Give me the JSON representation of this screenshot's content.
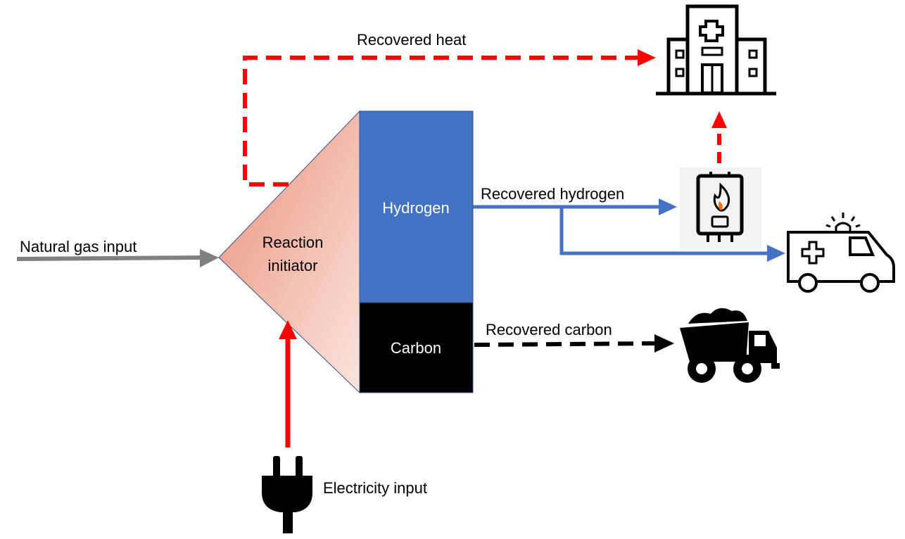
{
  "labels": {
    "natural_gas": "Natural gas input",
    "reaction_line1": "Reaction",
    "reaction_line2": "initiator",
    "hydrogen": "Hydrogen",
    "carbon": "Carbon",
    "recovered_heat": "Recovered heat",
    "recovered_hydrogen": "Recovered hydrogen",
    "recovered_carbon": "Recovered carbon",
    "electricity": "Electricity input"
  },
  "colors": {
    "heat_arrow": "#ff0000",
    "hydrogen_block": "#4472c4",
    "hydrogen_arrow": "#4472c4",
    "carbon_block": "#000000",
    "gas_arrow": "#808080",
    "reactor_gradient_start": "#e9917b",
    "reactor_gradient_end": "#fbe4dc"
  },
  "icons": {
    "destination_heat": "hospital-icon",
    "boiler": "water-heater-icon",
    "destination_hydrogen": "ambulance-icon",
    "destination_carbon": "dump-truck-icon",
    "power_source": "electric-plug-icon"
  }
}
